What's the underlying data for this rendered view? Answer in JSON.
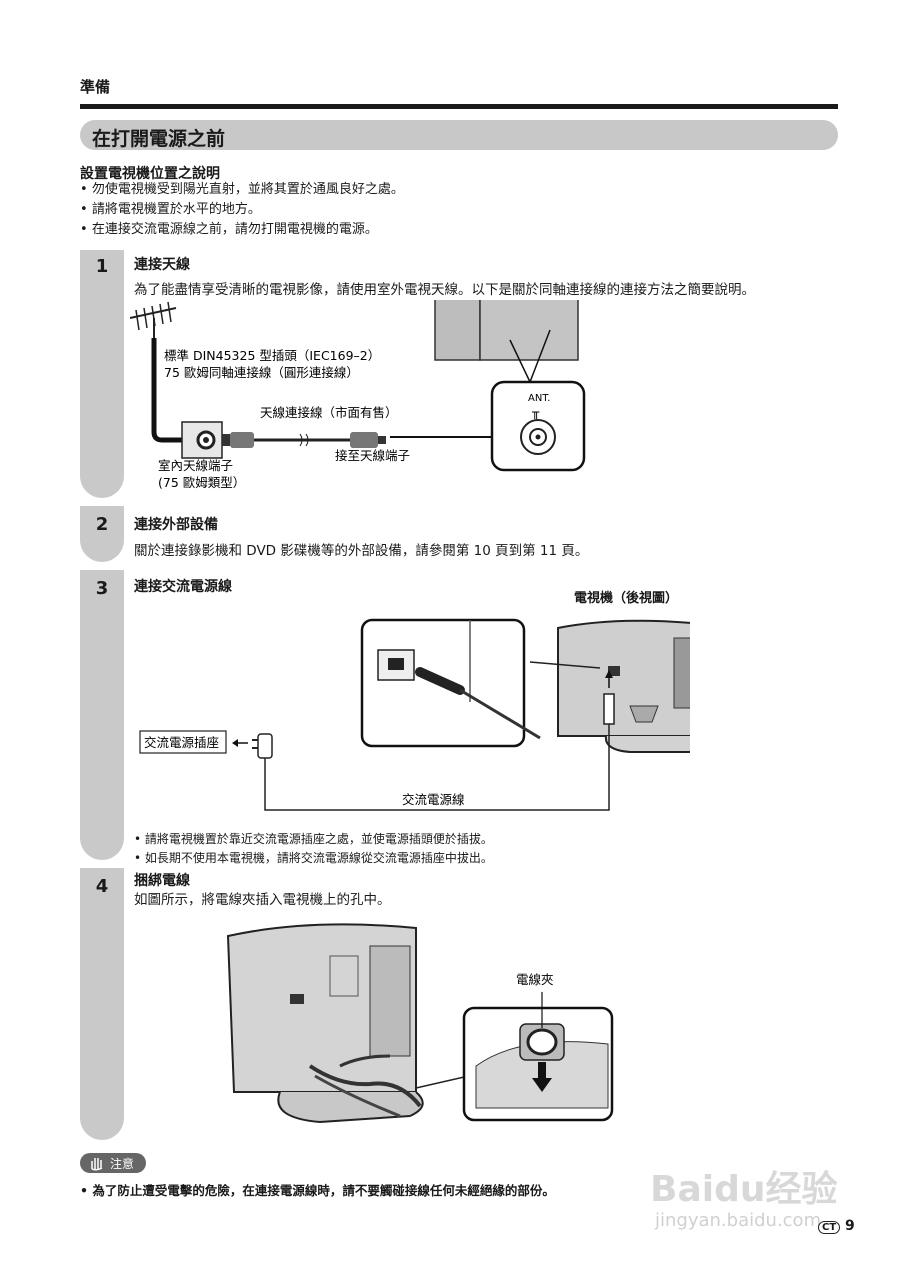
{
  "header": {
    "section": "準備",
    "title": "在打開電源之前"
  },
  "placement": {
    "heading": "設置電視機位置之說明",
    "bullets": [
      "勿使電視機受到陽光直射，並將其置於通風良好之處。",
      "請將電視機置於水平的地方。",
      "在連接交流電源線之前，請勿打開電視機的電源。"
    ]
  },
  "steps": [
    {
      "num": "1",
      "title": "連接天線",
      "text": "為了能盡情享受清晰的電視影像，請使用室外電視天線。以下是關於同軸連接線的連接方法之簡要說明。",
      "diagram": {
        "plug_line1": "標準 DIN45325 型插頭（IEC169–2）",
        "plug_line2": "75 歐姆同軸連接線（圓形連接線）",
        "cable": "天線連接線（市面有售）",
        "to_terminal": "接至天線端子",
        "indoor1": "室內天線端子",
        "indoor2": "(75 歐姆類型）",
        "ant": "ANT."
      }
    },
    {
      "num": "2",
      "title": "連接外部設備",
      "text": "關於連接錄影機和 DVD 影碟機等的外部設備，請參閱第 10 頁到第 11 頁。"
    },
    {
      "num": "3",
      "title": "連接交流電源線",
      "diagram": {
        "tv_rear": "電視機（後視圖）",
        "outlet": "交流電源插座",
        "cord": "交流電源線"
      },
      "notes": [
        "請將電視機置於靠近交流電源插座之處，並使電源插頭便於插拔。",
        "如長期不使用本電視機，請將交流電源線從交流電源插座中拔出。"
      ]
    },
    {
      "num": "4",
      "title": "捆綁電線",
      "text": "如圖所示，將電線夾插入電視機上的孔中。",
      "diagram": {
        "clip": "電線夾"
      }
    }
  ],
  "caution": {
    "tag": "注意",
    "text": "為了防止遭受電擊的危險，在連接電源線時，請不要觸碰接線任何未經絕緣的部份。"
  },
  "footer": {
    "lang": "CT",
    "page": "9"
  },
  "watermark": {
    "brand": "Baidu经验",
    "url": "jingyan.baidu.com"
  },
  "icons": [
    "antenna-icon",
    "hand-icon",
    "plug-icon",
    "arrow-down-icon"
  ]
}
